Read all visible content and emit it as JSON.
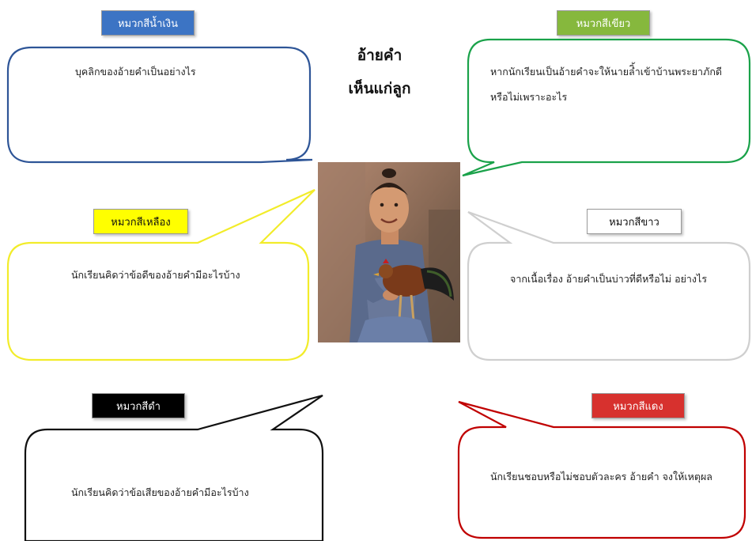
{
  "title": {
    "line1": "อ้ายคำ",
    "line2": "เห็นแก่ลูก"
  },
  "groups": {
    "blue": {
      "label": "หมวกสีน้ำเงิน",
      "question": "บุคลิกของอ้ายคำเป็นอย่างไร",
      "color": "#2e5597",
      "label_bg": "#3c74c4",
      "label_fg": "#ffffff"
    },
    "green": {
      "label": "หมวกสีเขียว",
      "question_line1": "หากนักเรียนเป็นอ้ายคำจะให้นายลิ้ำเข้าบ้านพระยาภักดี",
      "question_line2": "หรือไม่เพราะอะไร",
      "color": "#1aa24a",
      "label_bg": "#86b83d",
      "label_fg": "#ffffff"
    },
    "yellow": {
      "label": "หมวกสีเหลือง",
      "question": "นักเรียนคิดว่าข้อดีของอ้ายคำมีอะไรบ้าง",
      "color": "#f2ec2a",
      "label_bg": "#ffff00",
      "label_fg": "#111111"
    },
    "white": {
      "label": "หมวกสีขาว",
      "question": "จากเนื้อเรื่อง อ้ายคำเป็นบ่าวที่ดีหรือไม่ อย่างไร",
      "color": "#cfcfcf",
      "label_bg": "#ffffff",
      "label_fg": "#111111"
    },
    "black": {
      "label": "หมวกสีดำ",
      "question": "นักเรียนคิดว่าข้อเสียของอ้ายคำมีอะไรบ้าง",
      "color": "#111111",
      "label_bg": "#000000",
      "label_fg": "#ffffff"
    },
    "red": {
      "label": "หมวกสีแดง",
      "question": "นักเรียนชอบหรือไม่ชอบตัวละคร อ้ายคำ จงให้เหตุผล",
      "color": "#c00000",
      "label_bg": "#d7312e",
      "label_fg": "#ffffff"
    }
  }
}
